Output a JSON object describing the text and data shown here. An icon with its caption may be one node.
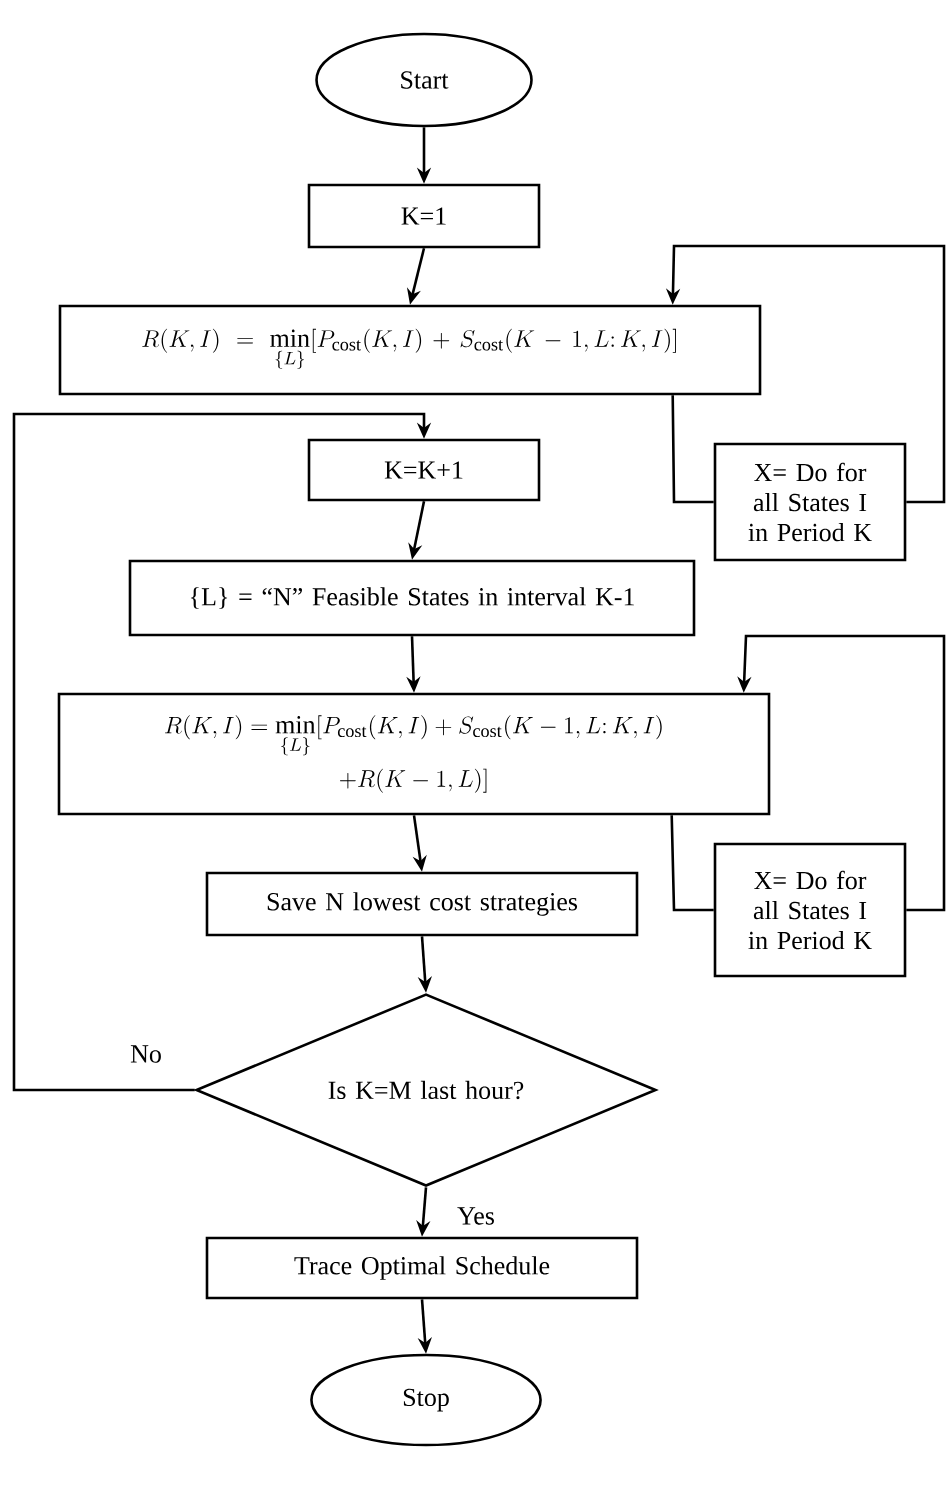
{
  "diagram": {
    "nodes": [
      {
        "text": [
          "Start"
        ]
      },
      {
        "text": [
          "K=1"
        ]
      },
      {
        "text": [
          "R(K,I) = \\min_{\\{L\\}}[P_{\\mathrm{cost}}(K,I) + S_{\\mathrm{cost}}(K-1,L{:}\\,K,I)]"
        ]
      },
      {
        "text": [
          "K=K+1"
        ]
      },
      {
        "text": [
          "X= Do for all States I in Period K"
        ]
      },
      {
        "text": [
          "{L} = “N” Feasible States in interval K-1"
        ]
      },
      {
        "text": [
          "\\begin{gathered} R(K,I) = \\min_{\\{L\\}}[P_{\\mathrm{cost}}(K,I) + S_{\\mathrm{cost}}(K-1,L{:}\\,K,I) \\\\ + R(K-1,L)] \\end{gathered}"
        ]
      },
      {
        "text": [
          "Save N lowest cost strategies"
        ]
      },
      {
        "text": [
          "X= Do for all States I in Period K"
        ]
      },
      {
        "text": [
          "Is K=M last hour?"
        ]
      },
      {
        "text": [
          "Trace Optimal Schedule"
        ]
      },
      {
        "text": [
          "Stop"
        ]
      }
    ],
    "edges": [
      {
        "from": 0,
        "to": 1,
        "arrow": "to"
      },
      {
        "from": 1,
        "to": 2,
        "arrow": "to"
      },
      {
        "from": 2,
        "to": 4,
        "arrow": "none"
      },
      {
        "from": 4,
        "to": 2,
        "arrow": "to"
      },
      {
        "from": 3,
        "to": 5,
        "arrow": "to"
      },
      {
        "from": 5,
        "to": 6,
        "arrow": "to"
      },
      {
        "from": 6,
        "to": 8,
        "arrow": "none"
      },
      {
        "from": 8,
        "to": 6,
        "arrow": "to"
      },
      {
        "from": 6,
        "to": 7,
        "arrow": "to"
      },
      {
        "from": 7,
        "to": 9,
        "arrow": "to"
      },
      {
        "from": 9,
        "to": 10,
        "arrow": "to",
        "label": "Yes"
      },
      {
        "from": 10,
        "to": 11,
        "arrow": "to"
      },
      {
        "from": 9,
        "to": 3,
        "arrow": "to",
        "label": "No"
      }
    ]
  }
}
